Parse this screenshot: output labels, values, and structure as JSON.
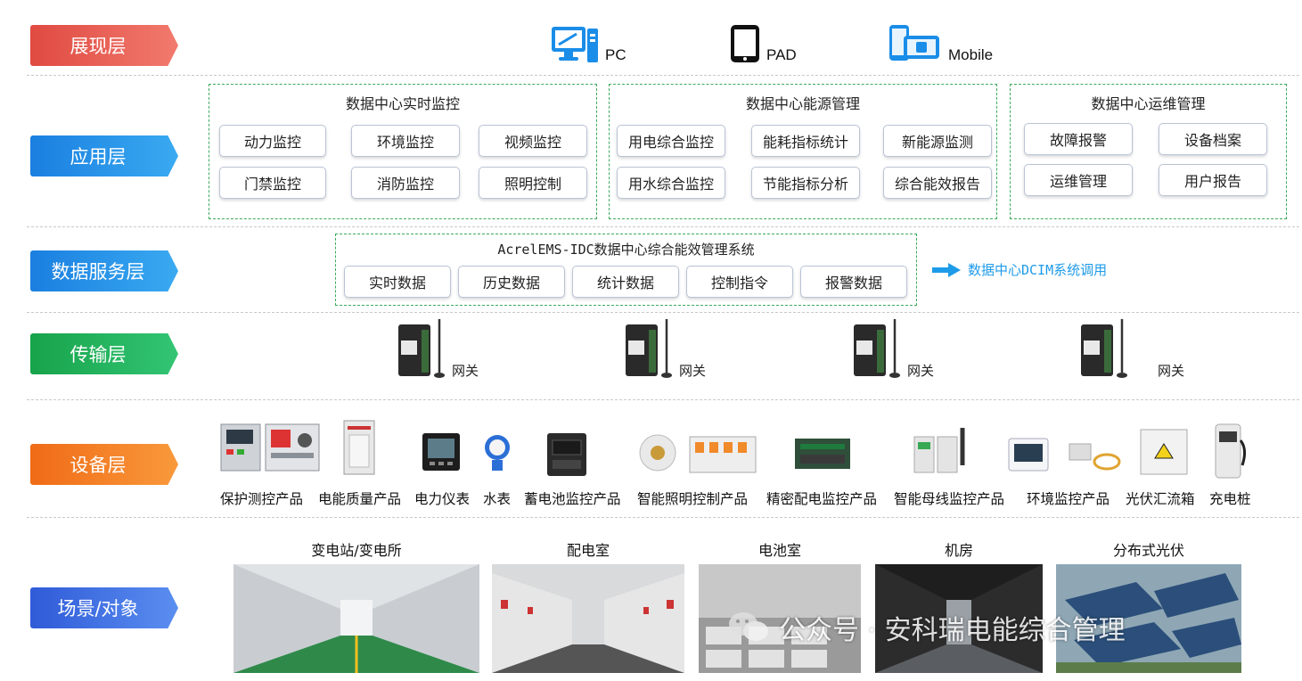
{
  "layers": {
    "presentation": "展现层",
    "application": "应用层",
    "data_service": "数据服务层",
    "transport": "传输层",
    "device": "设备层",
    "scene": "场景/对象"
  },
  "presentation": {
    "pc": "PC",
    "pad": "PAD",
    "mobile": "Mobile"
  },
  "application": {
    "groups": [
      {
        "title": "数据中心实时监控",
        "items": [
          "动力监控",
          "环境监控",
          "视频监控",
          "门禁监控",
          "消防监控",
          "照明控制"
        ]
      },
      {
        "title": "数据中心能源管理",
        "items": [
          "用电综合监控",
          "能耗指标统计",
          "新能源监测",
          "用水综合监控",
          "节能指标分析",
          "综合能效报告"
        ]
      },
      {
        "title": "数据中心运维管理",
        "items": [
          "故障报警",
          "设备档案",
          "运维管理",
          "用户报告"
        ]
      }
    ]
  },
  "data_service": {
    "title": "AcrelEMS-IDC数据中心综合能效管理系统",
    "items": [
      "实时数据",
      "历史数据",
      "统计数据",
      "控制指令",
      "报警数据"
    ],
    "arrow_label": "数据中心DCIM系统调用"
  },
  "transport": {
    "gateways": [
      "网关",
      "网关",
      "网关",
      "网关"
    ]
  },
  "devices": [
    "保护测控产品",
    "电能质量产品",
    "电力仪表",
    "水表",
    "蓄电池监控产品",
    "智能照明控制产品",
    "精密配电监控产品",
    "智能母线监控产品",
    "环境监控产品",
    "光伏汇流箱",
    "充电桩"
  ],
  "scenes": [
    "变电站/变电所",
    "配电室",
    "电池室",
    "机房",
    "分布式光伏"
  ],
  "watermark": "公众号 · 安科瑞电能综合管理",
  "colors": {
    "red": "#e04a41",
    "blue": "#1a7fe0",
    "green": "#17a34a",
    "orange": "#f06b16",
    "indigo": "#2f5bd8",
    "dashed_green": "#3daa5c",
    "arrow_blue": "#1e9be8"
  },
  "icons": [
    "monitor-icon",
    "tablet-icon",
    "mobile-icon",
    "gateway-icon",
    "arrow-right-icon",
    "wechat-icon"
  ]
}
